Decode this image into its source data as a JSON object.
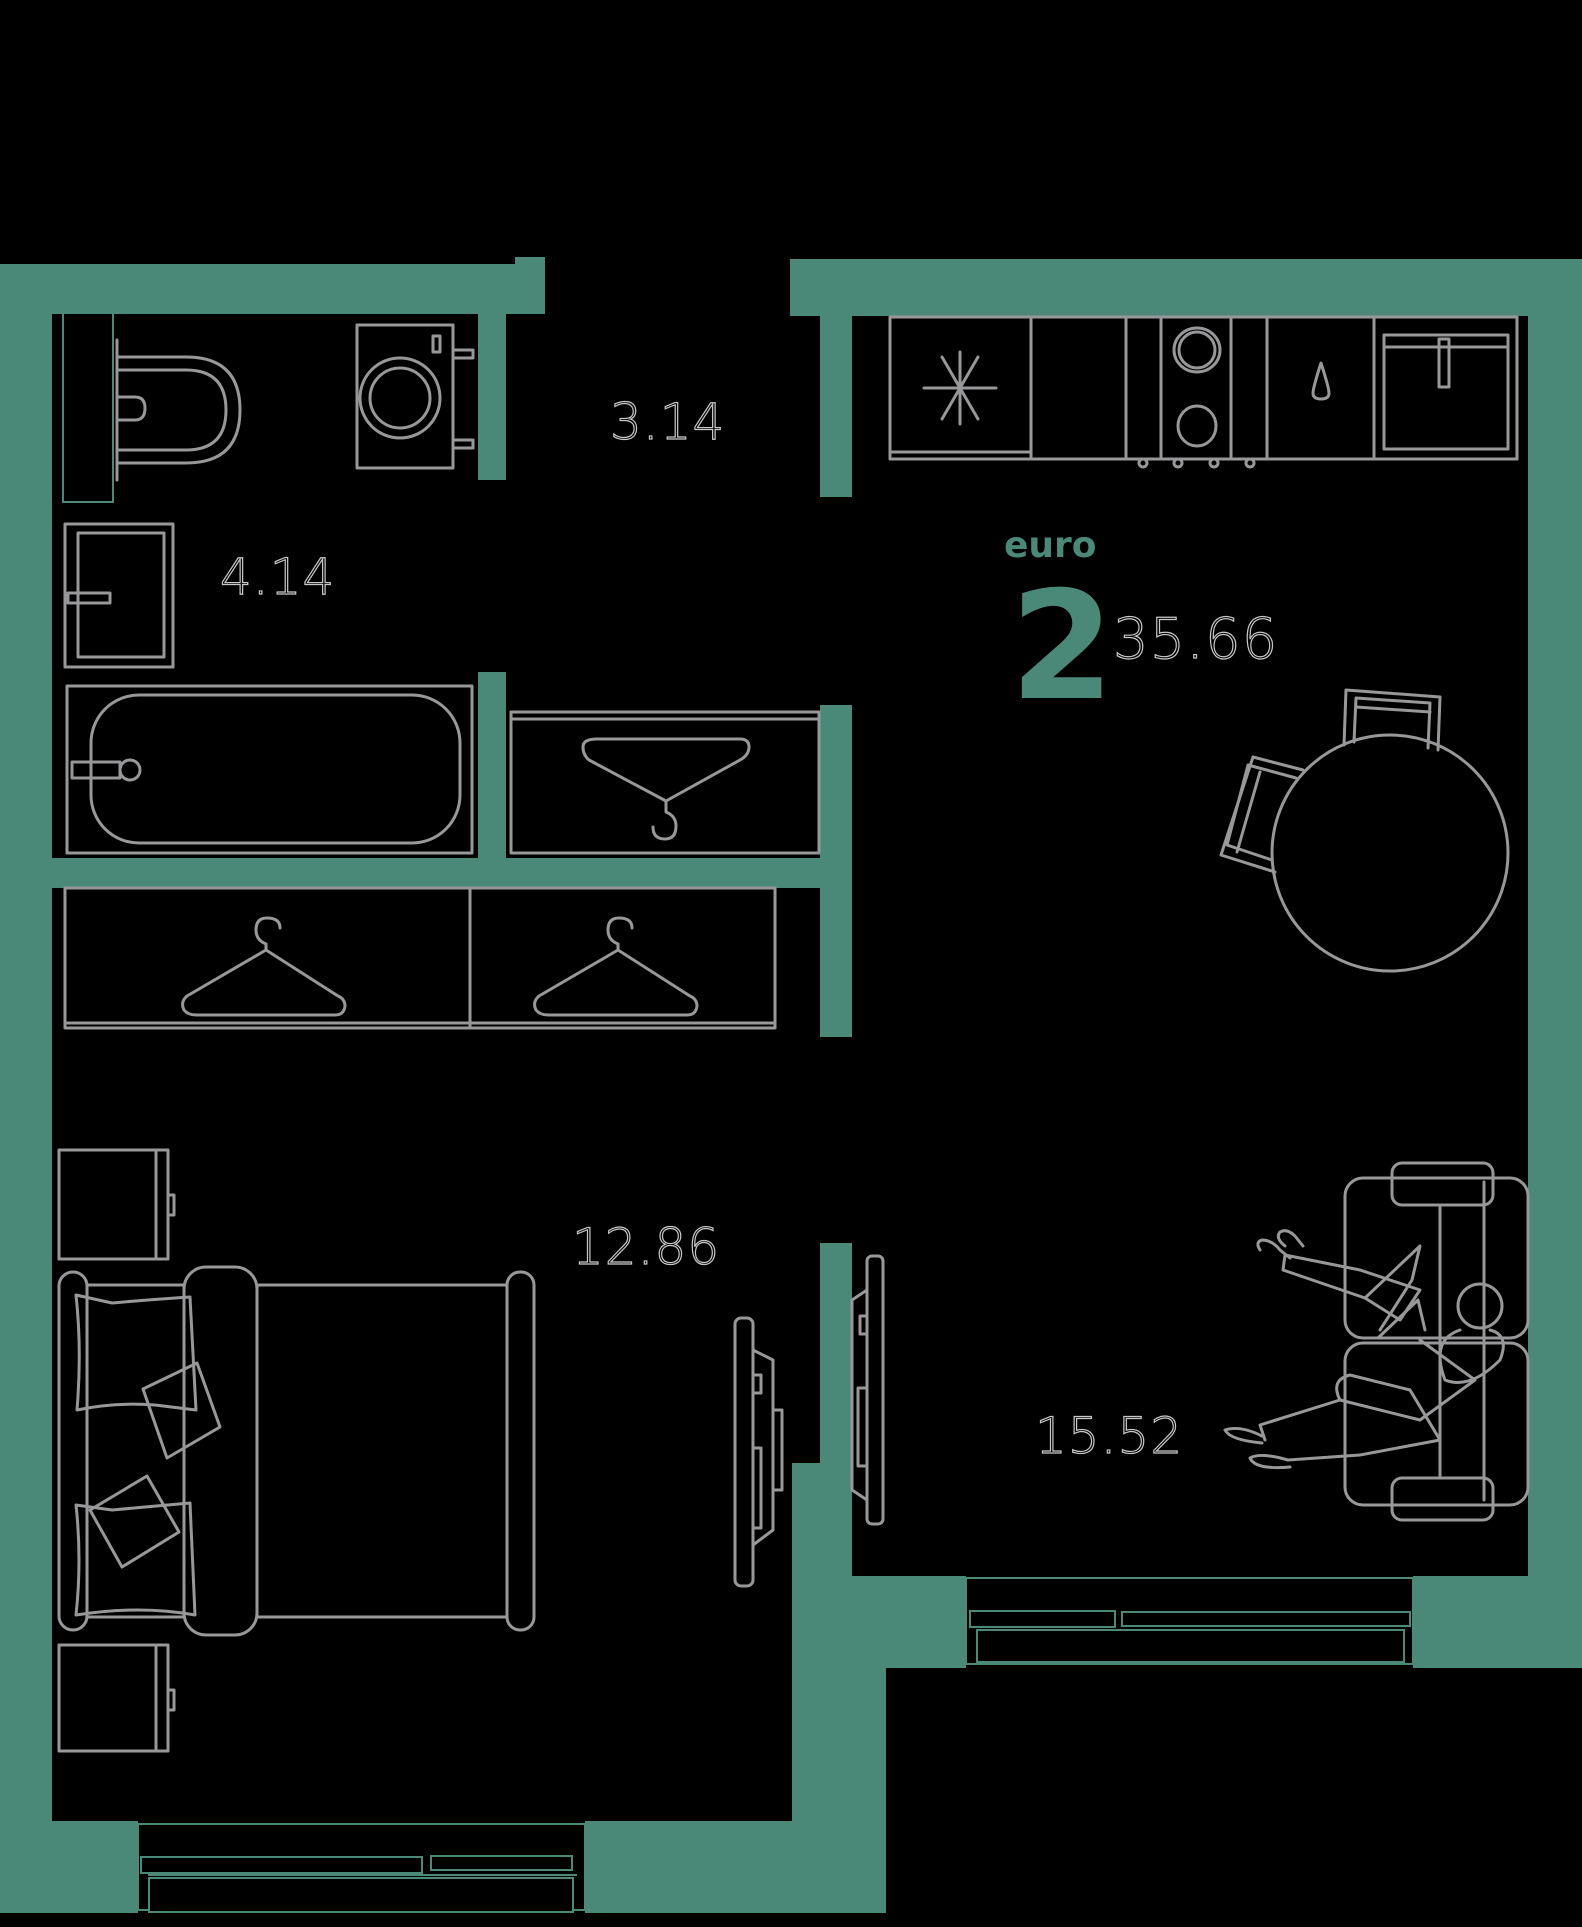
{
  "plan": {
    "type_label": "euro",
    "rooms_count": "2",
    "total_area": "35.66",
    "accent_color": "#4a8878",
    "line_color": "#98989a",
    "background_color": "#000000"
  },
  "rooms": [
    {
      "name": "hallway",
      "area": "3.14"
    },
    {
      "name": "bathroom",
      "area": "4.14"
    },
    {
      "name": "bedroom",
      "area": "12.86"
    },
    {
      "name": "kitchen-living",
      "area": "15.52"
    }
  ],
  "fixtures": {
    "kitchen": [
      "fridge-icon",
      "counter",
      "cooktop-icon",
      "dishwasher-icon",
      "sink-icon"
    ],
    "bathroom": [
      "toilet-icon",
      "washing-machine-icon",
      "washbasin-icon",
      "bathtub-icon"
    ],
    "storage": [
      "wardrobe-icon",
      "wardrobe-icon",
      "wardrobe-icon"
    ],
    "bedroom": [
      "bed-icon",
      "nightstand-icon",
      "nightstand-icon",
      "tv-icon"
    ],
    "living": [
      "dining-table-icon",
      "chair-icon",
      "chair-icon",
      "sofa-icon",
      "people-icon",
      "tv-icon"
    ]
  }
}
